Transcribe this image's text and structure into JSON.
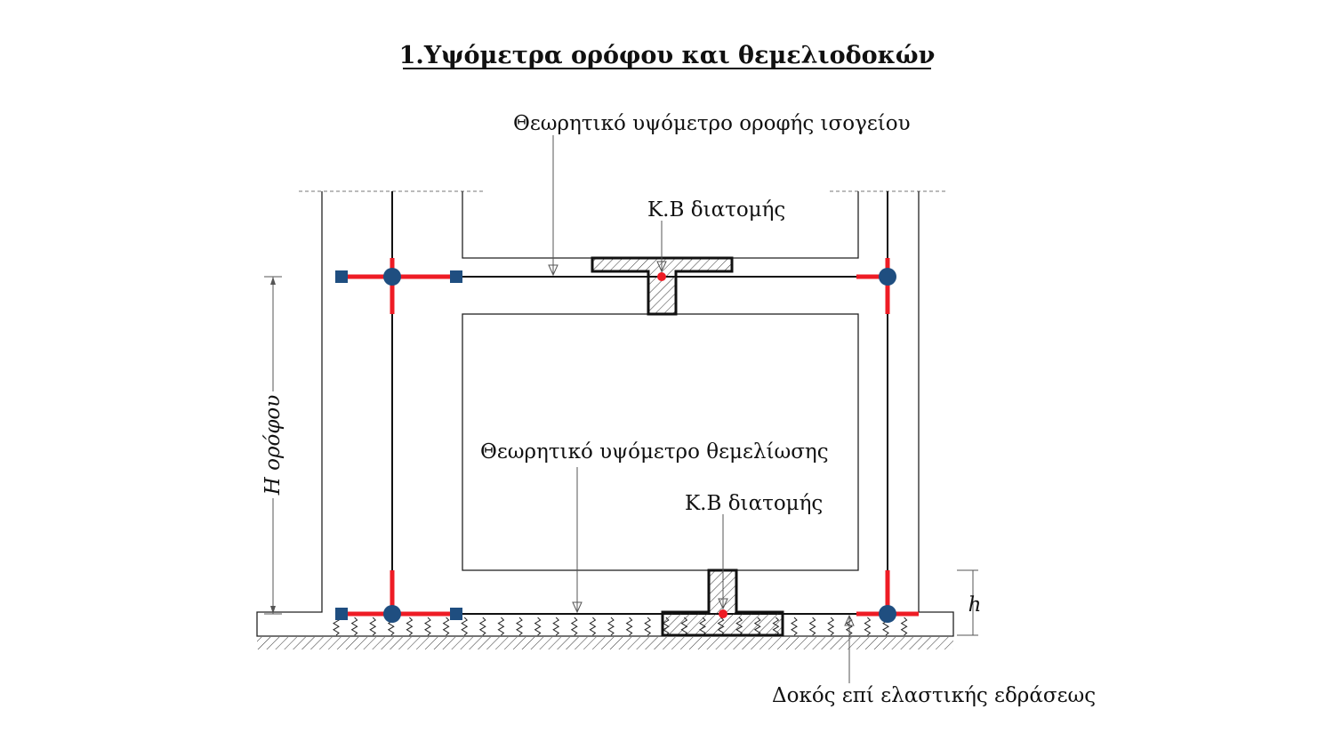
{
  "title": "1.Υψόμετρα ορόφου και θεμελιοδοκών",
  "labels": {
    "roof_level": "Θεωρητικό υψόμετρο οροφής ισογείου",
    "centroid_top": "Κ.Β διατομής",
    "foundation_level": "Θεωρητικό υψόμετρο θεμελίωσης",
    "centroid_bottom": "Κ.Β διατομής",
    "storey_height": "H ορόφου",
    "h": "h",
    "elastic_beam": "Δοκός επί ελαστικής εδράσεως"
  },
  "colors": {
    "rigid_zone": "#ee1c25",
    "node": "#1f4e80",
    "centroid": "#ee1c25"
  }
}
